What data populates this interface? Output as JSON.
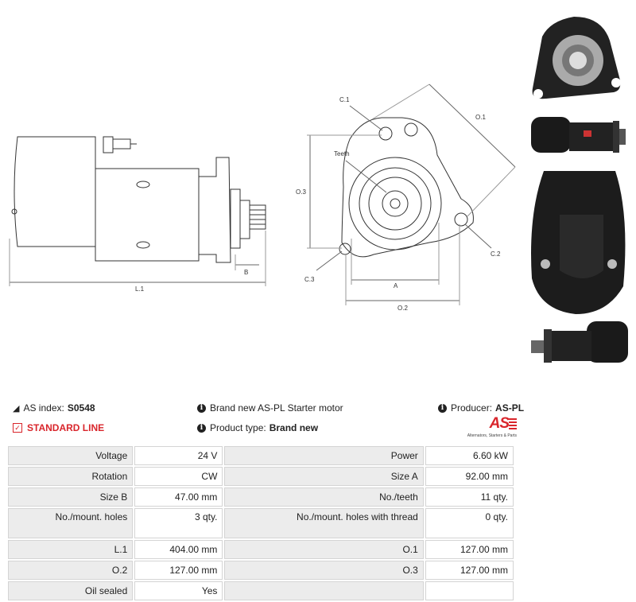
{
  "drawing": {
    "labels": {
      "l1": "L.1",
      "b": "B",
      "c1": "C.1",
      "o1": "O.1",
      "teeth": "Teeth",
      "o3": "O.3",
      "c2": "C.2",
      "c3": "C.3",
      "a": "A",
      "o2": "O.2"
    }
  },
  "info": {
    "as_index_label": "AS index:",
    "as_index_value": "S0548",
    "description": "Brand new AS-PL Starter motor",
    "producer_label": "Producer:",
    "producer_value": "AS-PL",
    "line": "STANDARD LINE",
    "product_type_label": "Product type:",
    "product_type_value": "Brand new"
  },
  "logo": {
    "text": "AS",
    "subtitle": "Alternators, Starters & Parts"
  },
  "specs": [
    [
      "Voltage",
      "24 V",
      "Power",
      "6.60 kW"
    ],
    [
      "Rotation",
      "CW",
      "Size A",
      "92.00 mm"
    ],
    [
      "Size B",
      "47.00 mm",
      "No./teeth",
      "11 qty."
    ],
    [
      "No./mount. holes",
      "3 qty.",
      "No./mount. holes with thread",
      "0 qty."
    ],
    [
      "L.1",
      "404.00 mm",
      "O.1",
      "127.00 mm"
    ],
    [
      "O.2",
      "127.00 mm",
      "O.3",
      "127.00 mm"
    ],
    [
      "Oil sealed",
      "Yes",
      "",
      ""
    ]
  ]
}
